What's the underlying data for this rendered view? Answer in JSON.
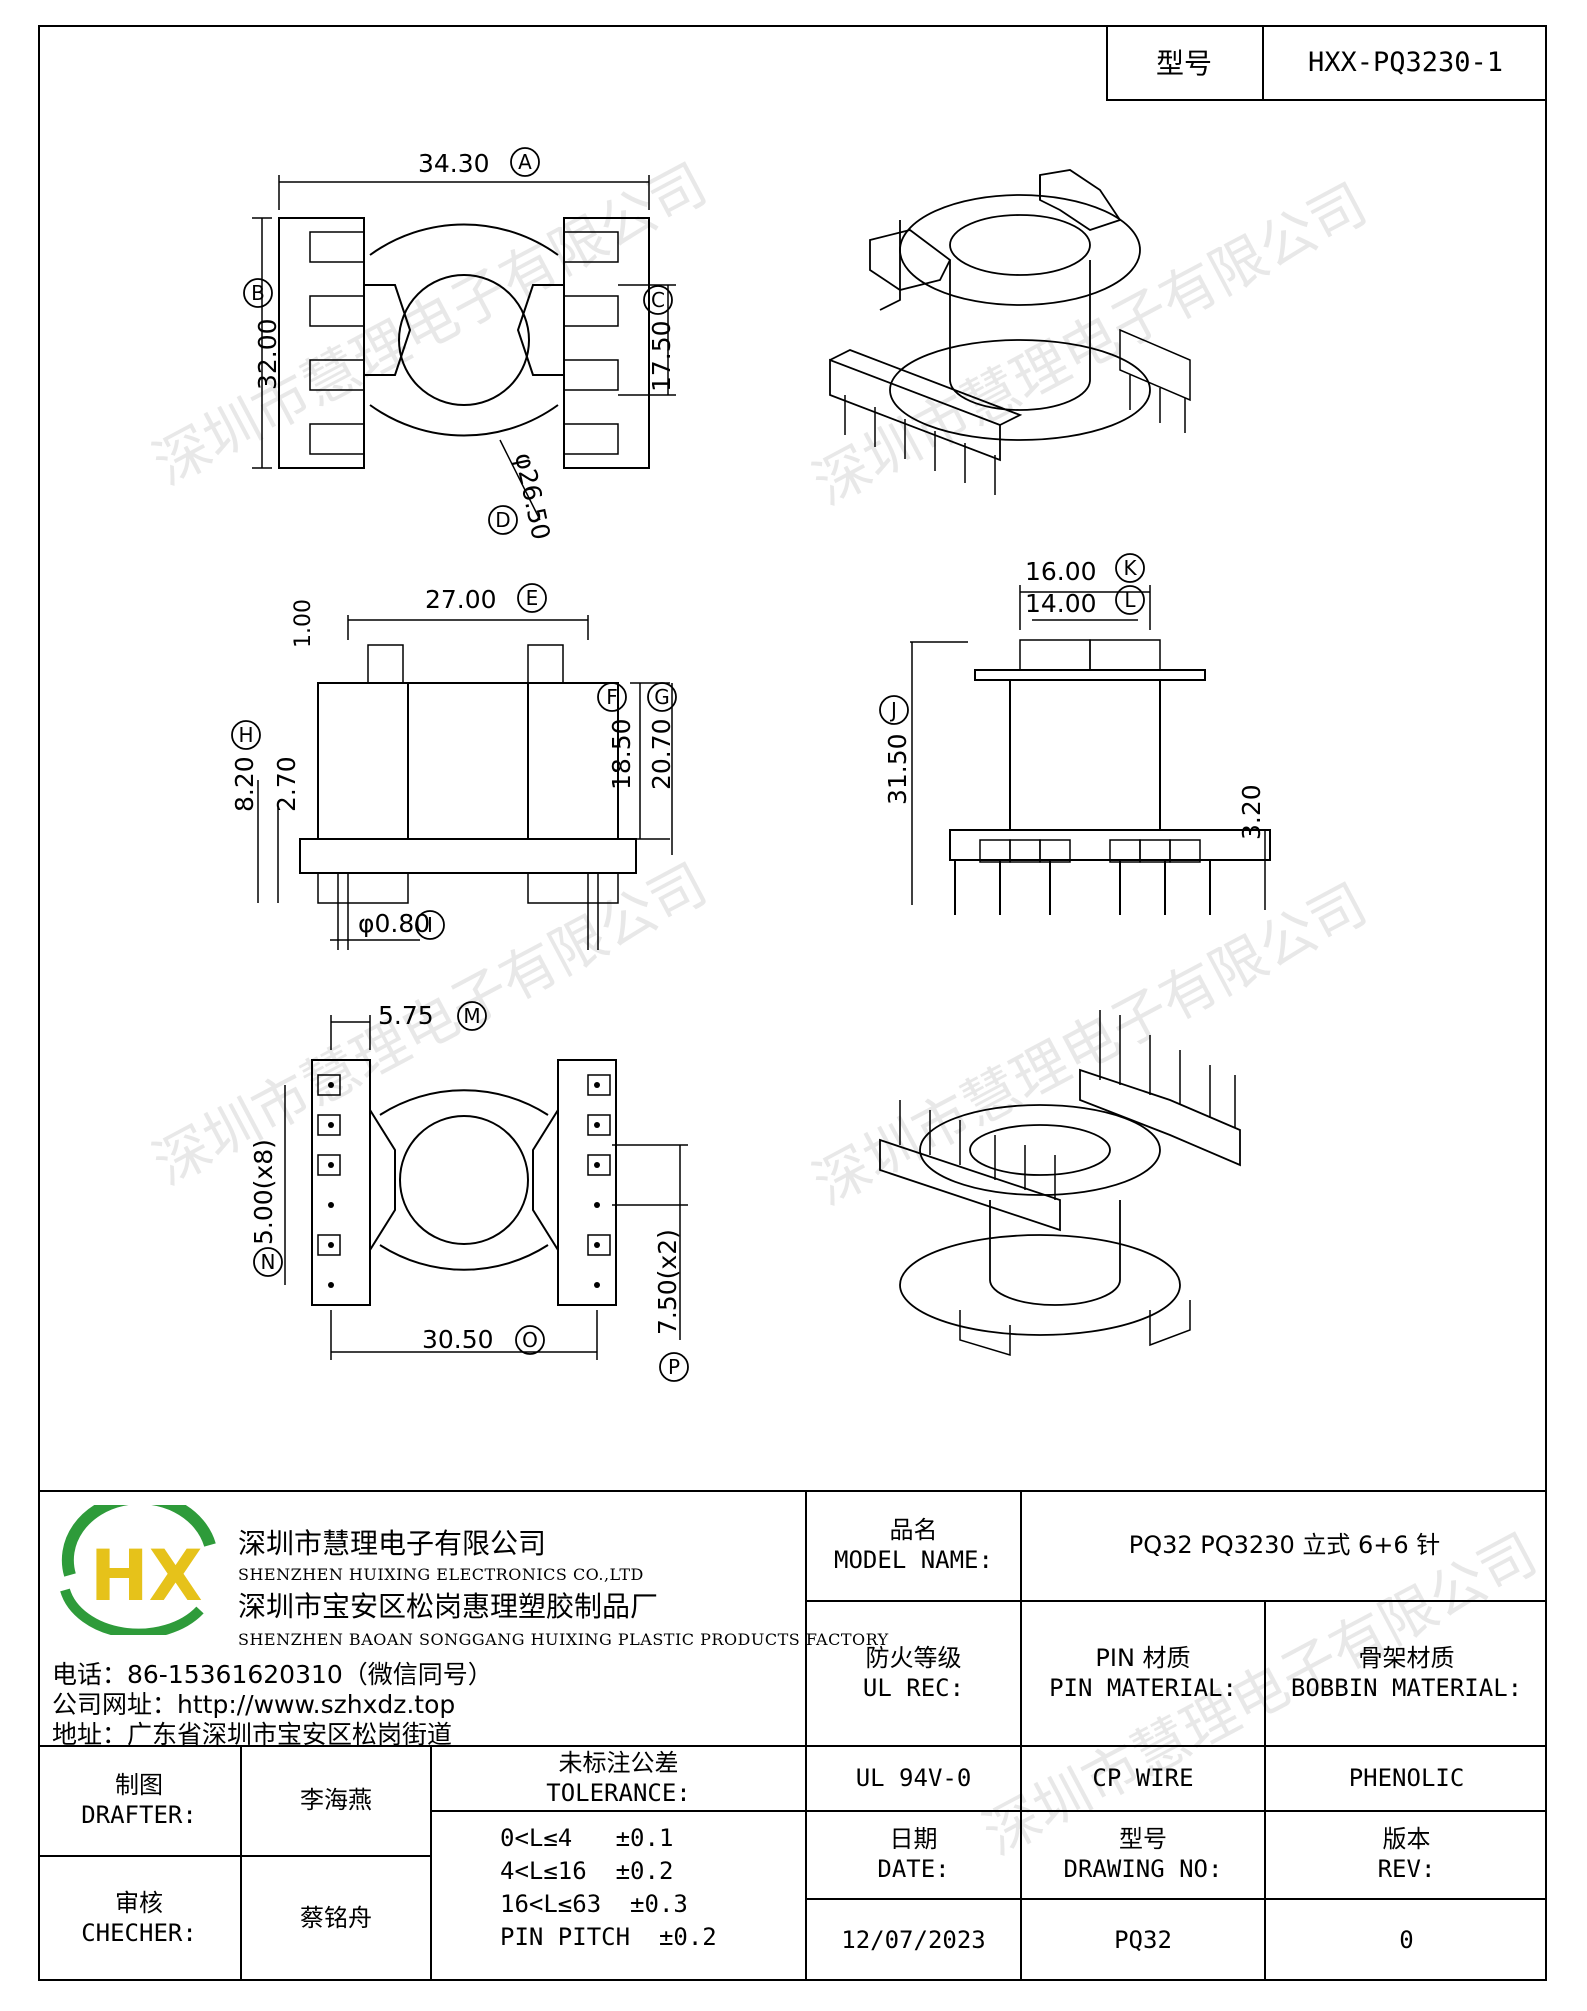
{
  "header": {
    "type_label": "型号",
    "type_value": "HXX-PQ3230-1"
  },
  "dimensions": {
    "A": "34.30",
    "B": "32.00",
    "C": "17.50",
    "D": "φ26.50",
    "E": "27.00",
    "E_side": "1.00",
    "F": "18.50",
    "G": "20.70",
    "H": "8.20",
    "H_side": "2.70",
    "I": "φ0.80",
    "J": "31.50",
    "K": "16.00",
    "L": "14.00",
    "pin_len": "3.20",
    "M": "5.75",
    "N": "5.00(x8)",
    "O": "30.50",
    "P": "7.50(x2)"
  },
  "markers": {
    "A": "A",
    "B": "B",
    "C": "C",
    "D": "D",
    "E": "E",
    "F": "F",
    "G": "G",
    "H": "H",
    "I": "I",
    "J": "J",
    "K": "K",
    "L": "L",
    "M": "M",
    "N": "N",
    "O": "O",
    "P": "P"
  },
  "company": {
    "name_cn": "深圳市慧理电子有限公司",
    "name_en": "SHENZHEN HUIXING ELECTRONICS CO.,LTD",
    "factory_cn": "深圳市宝安区松岗惠理塑胶制品厂",
    "factory_en": "SHENZHEN BAOAN SONGGANG HUIXING PLASTIC PRODUCTS FACTORY",
    "phone": "电话：86-15361620310（微信同号）",
    "website": "公司网址：http://www.szhxdz.top",
    "address": "地址：广东省深圳市宝安区松岗街道",
    "logo_text": "HX"
  },
  "title_block": {
    "model_label_cn": "品名",
    "model_label_en": "MODEL NAME:",
    "model_value": "PQ32 PQ3230 立式 6+6 针",
    "ul_label_cn": "防火等级",
    "ul_label_en": "UL REC:",
    "pin_label_cn": "PIN 材质",
    "pin_label_en": "PIN MATERIAL:",
    "bobbin_label_cn": "骨架材质",
    "bobbin_label_en": "BOBBIN MATERIAL:",
    "ul_value": "UL 94V-0",
    "pin_value": "CP WIRE",
    "bobbin_value": "PHENOLIC",
    "date_label_cn": "日期",
    "date_label_en": "DATE:",
    "drawing_label_cn": "型号",
    "drawing_label_en": "DRAWING NO:",
    "rev_label_cn": "版本",
    "rev_label_en": "REV:",
    "date_value": "12/07/2023",
    "drawing_value": "PQ32",
    "rev_value": "0",
    "drafter_label_cn": "制图",
    "drafter_label_en": "DRAFTER:",
    "drafter_value": "李海燕",
    "checker_label_cn": "审核",
    "checker_label_en": "CHECHER:",
    "checker_value": "蔡铭舟",
    "tolerance_label_cn": "未标注公差",
    "tolerance_label_en": "TOLERANCE:",
    "tolerances": [
      "0<L≤4   ±0.1",
      "4<L≤16  ±0.2",
      "16<L≤63  ±0.3",
      "PIN PITCH  ±0.2"
    ]
  },
  "watermark": "深圳市慧理电子有限公司",
  "colors": {
    "logo_green": "#2e9b3a",
    "logo_yellow": "#e6c21a",
    "logo_blue": "#1e73b8"
  }
}
